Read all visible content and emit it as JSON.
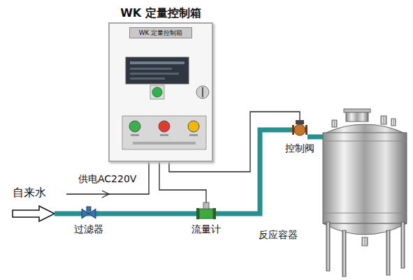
{
  "diagram": {
    "nodes": [
      {
        "text": [
          "WK 定量控制箱",
          "WK 定量控制箱"
        ]
      },
      {
        "text": [
          "过滤器"
        ]
      },
      {
        "text": [
          "流量计"
        ]
      },
      {
        "text": [
          "控制阀"
        ]
      },
      {
        "text": [
          "反应容器"
        ]
      }
    ],
    "edges": [
      {
        "from": 1,
        "to": 2,
        "arrow": "none"
      },
      {
        "from": 2,
        "to": 3,
        "arrow": "none"
      },
      {
        "from": 3,
        "to": 4,
        "arrow": "none"
      },
      {
        "from": 0,
        "to": 2,
        "arrow": "none"
      },
      {
        "from": 0,
        "to": 3,
        "arrow": "none"
      }
    ],
    "labels": [
      "自来水",
      "供电AC220V"
    ]
  }
}
